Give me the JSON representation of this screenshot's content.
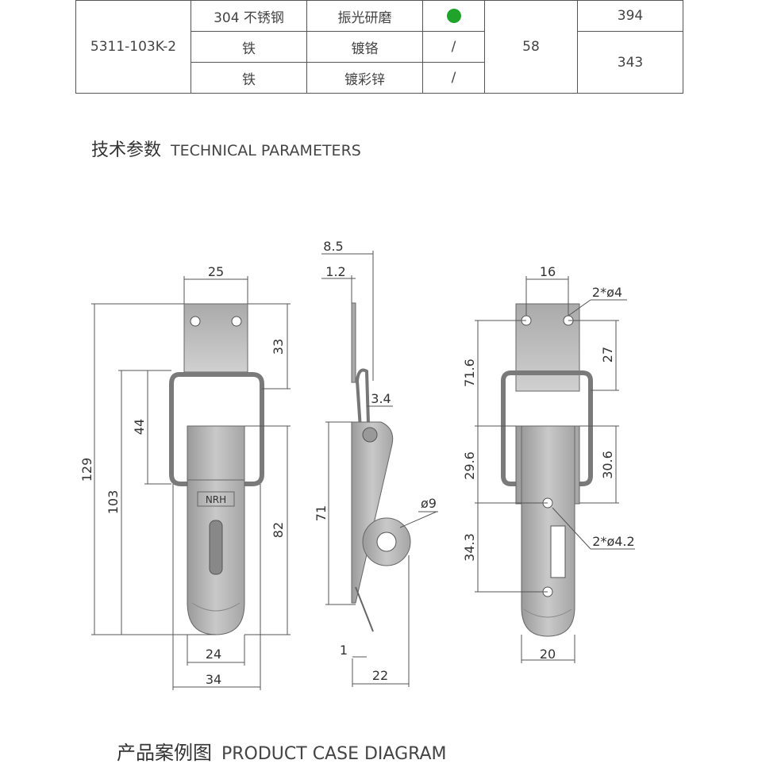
{
  "table": {
    "model": "5311-103K-2",
    "rows": [
      {
        "material": "304 不锈钢",
        "finish": "振光研磨",
        "status": "dot"
      },
      {
        "material": "铁",
        "finish": "镀铬",
        "status": "/"
      },
      {
        "material": "铁",
        "finish": "镀彩锌",
        "status": "/"
      }
    ],
    "value_merged": "58",
    "weights": [
      "394",
      "343"
    ],
    "status_color": "#1fa32a"
  },
  "section_tech": {
    "cn": "技术参数",
    "en": "TECHNICAL PARAMETERS"
  },
  "section_case": {
    "cn": "产品案例图",
    "en": "PRODUCT CASE DIAGRAM"
  },
  "brand_mark": "NRH",
  "dims": {
    "front": {
      "top_width": "25",
      "top_height": "33",
      "overall_height": "129",
      "body_height": "103",
      "loop_height": "44",
      "hasp_height": "82",
      "tip_width": "24",
      "overall_width": "34"
    },
    "side": {
      "depth": "8.5",
      "thickness": "1.2",
      "wire": "3.4",
      "height": "71",
      "eye": "ø9",
      "base": "1",
      "width": "22"
    },
    "back": {
      "hole_spacing": "16",
      "top_holes": "2*ø4",
      "upper_height": "71.6",
      "plate_height": "27",
      "mid_height": "29.6",
      "hasp_height": "30.6",
      "lower_holes": "2*ø4.2",
      "lower_height": "34.3",
      "width": "20"
    }
  }
}
